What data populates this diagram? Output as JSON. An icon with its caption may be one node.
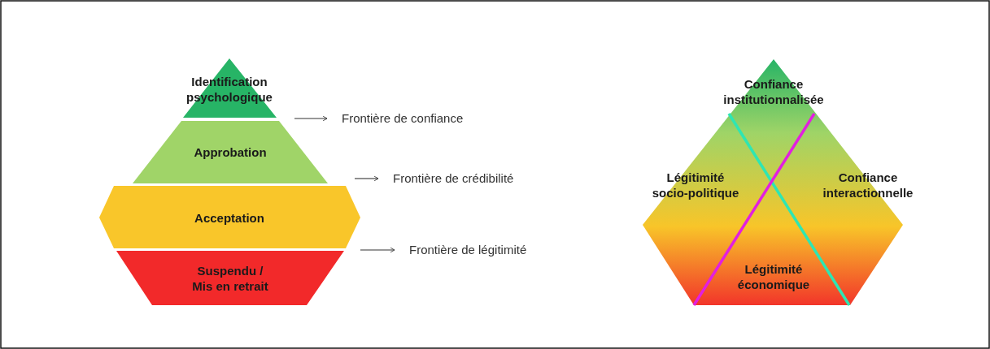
{
  "diagram": {
    "nodes": [
      {
        "text": [
          "Identification psychologique"
        ]
      },
      {
        "text": [
          "Approbation"
        ]
      },
      {
        "text": [
          "Acceptation"
        ]
      },
      {
        "text": [
          "Suspendu / Mis en retrait"
        ]
      },
      {
        "text": [
          "Frontière de confiance"
        ]
      },
      {
        "text": [
          "Frontière de crédibilité"
        ]
      },
      {
        "text": [
          "Frontière de légitimité"
        ]
      },
      {
        "text": [
          "Confiance institutionnalisée",
          "Légitimité socio-politique",
          "Confiance interactionnelle",
          "Légitimité économique"
        ]
      }
    ],
    "edges": [
      {
        "from": null,
        "to": 4,
        "arrow": "to"
      },
      {
        "from": null,
        "to": 5,
        "arrow": "to"
      },
      {
        "from": null,
        "to": 6,
        "arrow": "to"
      }
    ]
  }
}
